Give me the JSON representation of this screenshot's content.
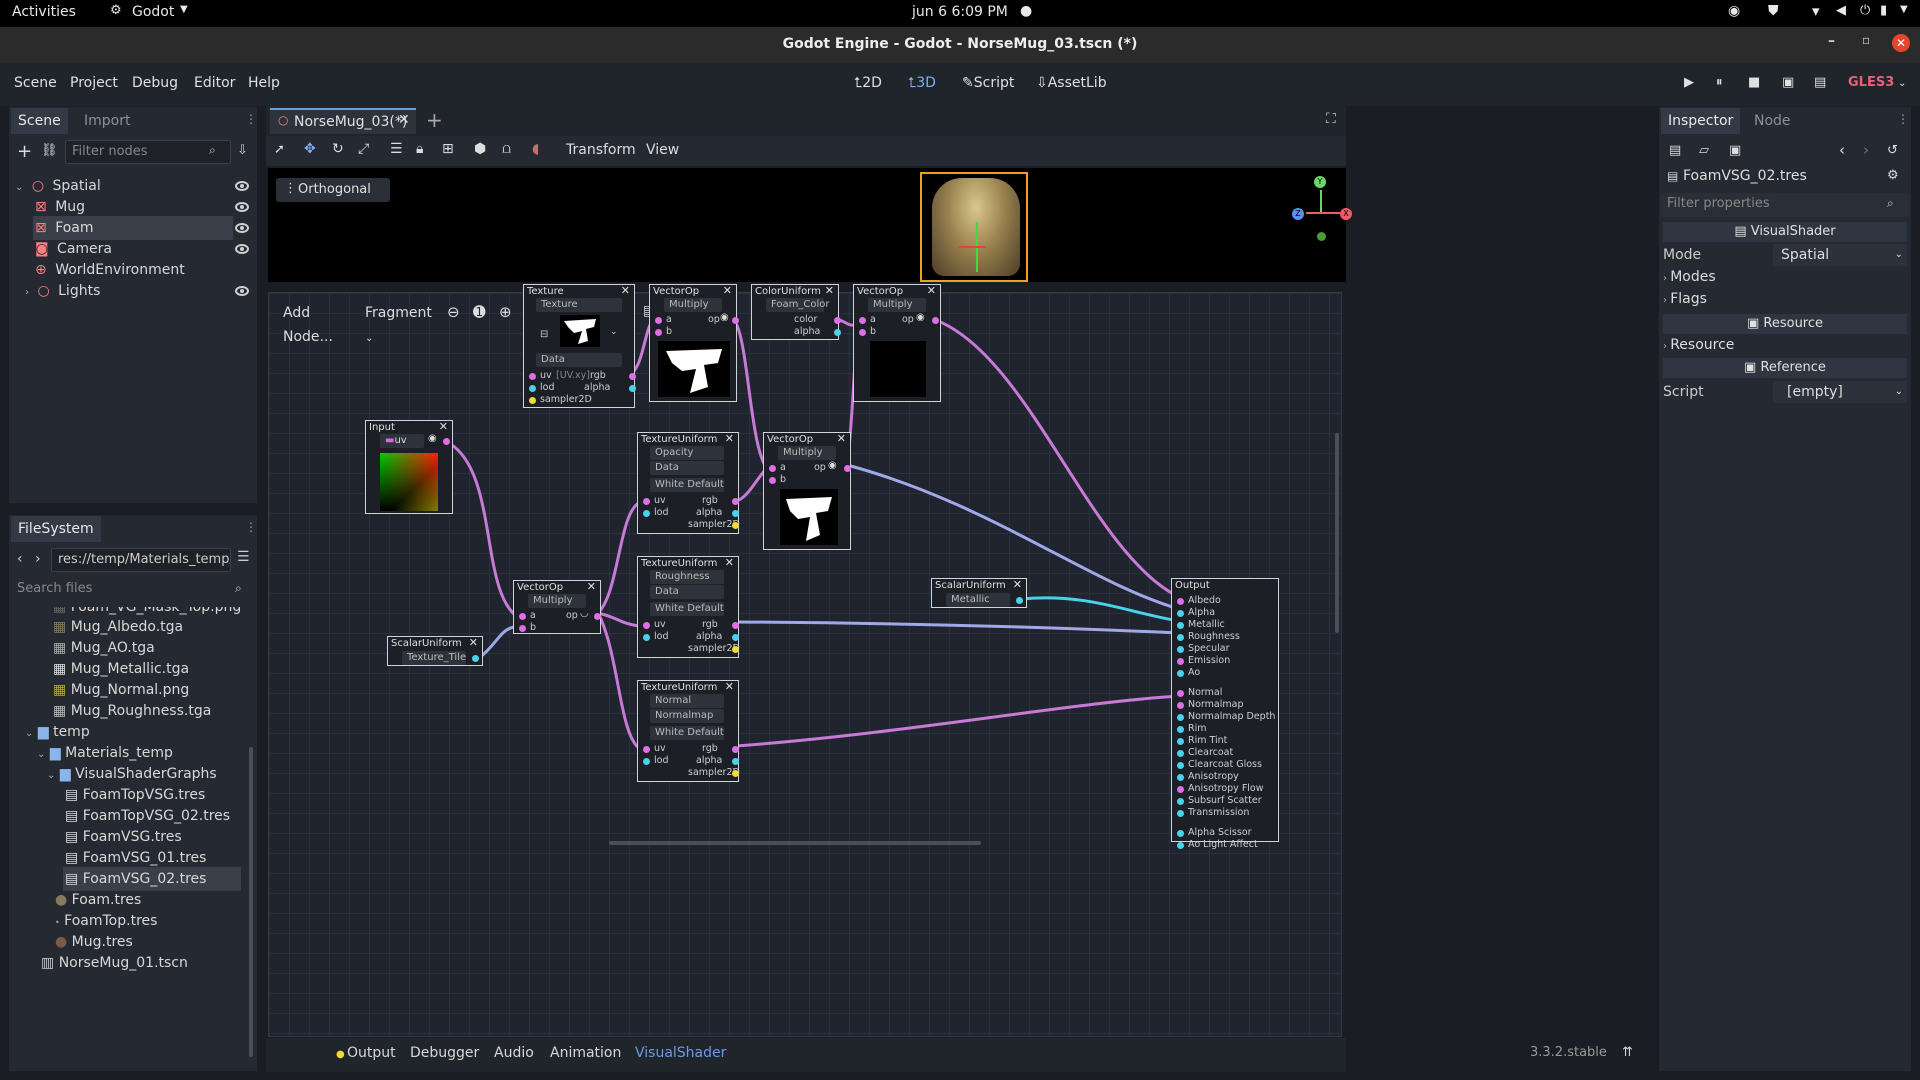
{
  "system_bar": {
    "activities": "Activities",
    "app_menu": "Godot",
    "clock": "jun 6  6:09 PM"
  },
  "window": {
    "title": "Godot Engine - Godot - NorseMug_03.tscn (*)"
  },
  "menu": {
    "items": [
      "Scene",
      "Project",
      "Debug",
      "Editor",
      "Help"
    ],
    "modes": [
      "2D",
      "3D",
      "Script",
      "AssetLib"
    ],
    "renderer": "GLES3"
  },
  "scene_dock": {
    "tabs": [
      "Scene",
      "Import"
    ],
    "filter_placeholder": "Filter nodes",
    "nodes": [
      {
        "label": "Spatial",
        "visible": true
      },
      {
        "label": "Mug",
        "visible": true
      },
      {
        "label": "Foam",
        "visible": true
      },
      {
        "label": "Camera",
        "visible": true
      },
      {
        "label": "WorldEnvironment",
        "visible": false
      },
      {
        "label": "Lights",
        "visible": true
      }
    ]
  },
  "filesystem": {
    "tab": "FileSystem",
    "path": "res://temp/Materials_temp/Visu",
    "search_placeholder": "Search files",
    "items": [
      {
        "label": "Foam_VG_Mask_Top.png"
      },
      {
        "label": "Mug_Albedo.tga"
      },
      {
        "label": "Mug_AO.tga"
      },
      {
        "label": "Mug_Metallic.tga"
      },
      {
        "label": "Mug_Normal.png"
      },
      {
        "label": "Mug_Roughness.tga"
      },
      {
        "label": "temp"
      },
      {
        "label": "Materials_temp"
      },
      {
        "label": "VisualShaderGraphs"
      },
      {
        "label": "FoamTopVSG.tres"
      },
      {
        "label": "FoamTopVSG_02.tres"
      },
      {
        "label": "FoamVSG.tres"
      },
      {
        "label": "FoamVSG_01.tres"
      },
      {
        "label": "FoamVSG_02.tres"
      },
      {
        "label": "Foam.tres"
      },
      {
        "label": "FoamTop.tres"
      },
      {
        "label": "Mug.tres"
      },
      {
        "label": "NorseMug_01.tscn"
      }
    ]
  },
  "editor_tabs": {
    "scene_tab": "NorseMug_03(*)",
    "toolbar_menus": [
      "Transform",
      "View"
    ],
    "viewport_mode": "Orthogonal"
  },
  "shader_graph": {
    "add_node": "Add Node...",
    "shader_type": "Fragment",
    "snap": "20",
    "nodes": {
      "texture": {
        "title": "Texture",
        "source": "Texture",
        "type": "Data",
        "ports_in": [
          "uv",
          "lod",
          "sampler2D"
        ],
        "uv_hint": "[UV.xy]",
        "ports_out": [
          "rgb",
          "alpha"
        ]
      },
      "vop1": {
        "title": "VectorOp",
        "op": "Multiply",
        "a": "a",
        "b": "b",
        "out": "op"
      },
      "color_uniform": {
        "title": "ColorUniform",
        "name": "Foam_Color",
        "outs": [
          "color",
          "alpha"
        ]
      },
      "vop2": {
        "title": "VectorOp",
        "op": "Multiply",
        "a": "a",
        "b": "b",
        "out": "op"
      },
      "input": {
        "title": "Input",
        "value": "uv"
      },
      "tex_opacity": {
        "title": "TextureUniform",
        "name": "Opacity",
        "type": "Data",
        "default": "White Default",
        "ports_in": [
          "uv",
          "lod"
        ],
        "ports_out": [
          "rgb",
          "alpha",
          "sampler2D"
        ]
      },
      "vop3": {
        "title": "VectorOp",
        "op": "Multiply",
        "a": "a",
        "b": "b",
        "out": "op"
      },
      "vop4": {
        "title": "VectorOp",
        "op": "Multiply",
        "a": "a",
        "b": "b",
        "out": "op"
      },
      "scalar_tile": {
        "title": "ScalarUniform",
        "name": "Texture_Tile"
      },
      "tex_rough": {
        "title": "TextureUniform",
        "name": "Roughness",
        "type": "Data",
        "default": "White Default",
        "ports_in": [
          "uv",
          "lod"
        ],
        "ports_out": [
          "rgb",
          "alpha",
          "sampler2D"
        ]
      },
      "tex_normal": {
        "title": "TextureUniform",
        "name": "Normal",
        "type": "Normalmap",
        "default": "White Default",
        "ports_in": [
          "uv",
          "lod"
        ],
        "ports_out": [
          "rgb",
          "alpha",
          "sampler2D"
        ]
      },
      "scalar_metal": {
        "title": "ScalarUniform",
        "name": "Metallic"
      },
      "output": {
        "title": "Output",
        "ports": [
          "Albedo",
          "Alpha",
          "Metallic",
          "Roughness",
          "Specular",
          "Emission",
          "Ao",
          "Normal",
          "Normalmap",
          "Normalmap Depth",
          "Rim",
          "Rim Tint",
          "Clearcoat",
          "Clearcoat Gloss",
          "Anisotropy",
          "Anisotropy Flow",
          "Subsurf Scatter",
          "Transmission",
          "Alpha Scissor",
          "Ao Light Affect"
        ]
      }
    }
  },
  "bottom_panel": {
    "tabs": [
      "Output",
      "Debugger",
      "Audio",
      "Animation",
      "VisualShader"
    ],
    "version": "3.3.2.stable"
  },
  "inspector": {
    "tabs": [
      "Inspector",
      "Node"
    ],
    "resource_name": "FoamVSG_02.tres",
    "filter_placeholder": "Filter properties",
    "class_header": "VisualShader",
    "mode_label": "Mode",
    "mode_value": "Spatial",
    "groups": [
      "Modes",
      "Flags"
    ],
    "resource_header": "Resource",
    "resource_group": "Resource",
    "reference_header": "Reference",
    "script_label": "Script",
    "script_value": "[empty]"
  },
  "colors": {
    "accent": "#699ce8",
    "wire_vector": "#c77ad6",
    "wire_scalar": "#48d3ea",
    "wire_mix": "#a0a8e8",
    "selected_bg": "#3a3f49"
  }
}
